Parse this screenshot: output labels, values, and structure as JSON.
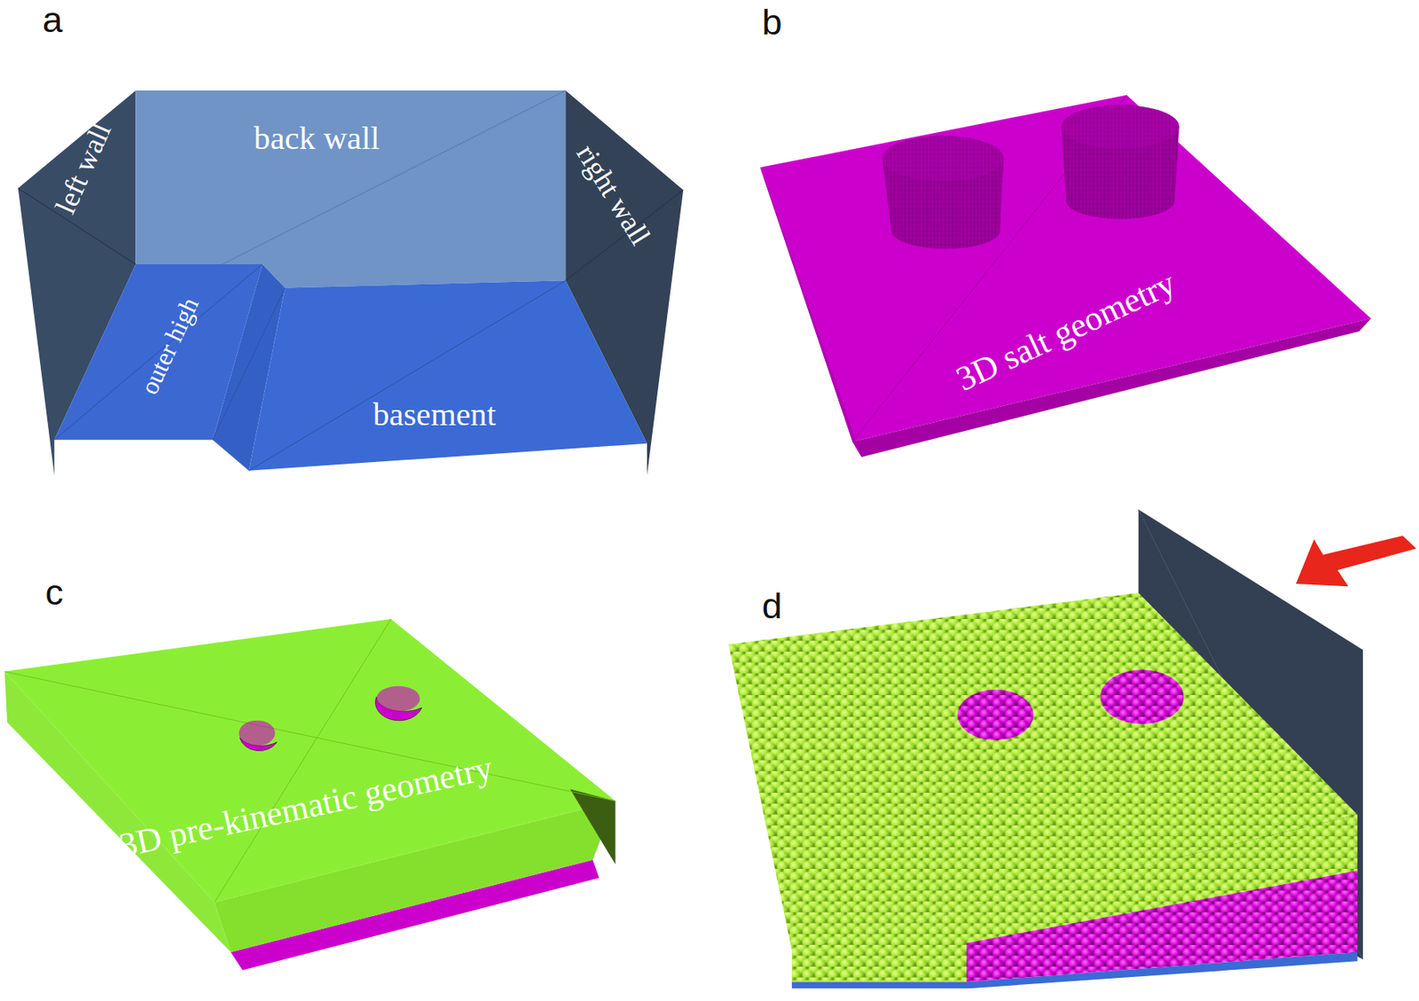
{
  "diagram": {
    "labels": [
      "a",
      "left wall",
      "back wall",
      "right wall",
      "outer high",
      "basement",
      "b",
      "3D salt geometry",
      "c",
      "3D pre-kinematic geometry",
      "d"
    ]
  }
}
